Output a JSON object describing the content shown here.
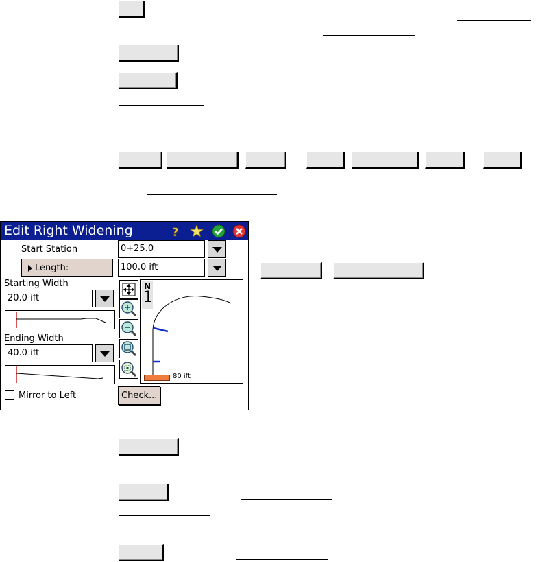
{
  "dialog": {
    "title": "Edit Right Widening",
    "toolbar_icons": [
      "help-icon",
      "favorite-star-icon",
      "ok-check-icon",
      "close-icon"
    ],
    "start_station": {
      "label": "Start Station",
      "value": "0+25.0"
    },
    "length": {
      "label": "Length:",
      "value": "100.0 ift"
    },
    "starting_width": {
      "label": "Starting Width",
      "value": "20.0 ift"
    },
    "ending_width": {
      "label": "Ending Width",
      "value": "40.0 ift"
    },
    "mirror": {
      "label": "Mirror to Left",
      "checked": false
    },
    "check_button": {
      "label": "Check..."
    },
    "map": {
      "north_label": "N",
      "north_number": "1",
      "scale_label": "80 ift"
    },
    "zoom_tools": [
      "zoom-extents-icon",
      "zoom-in-icon",
      "zoom-out-icon",
      "zoom-window-icon",
      "zoom-selection-icon"
    ]
  },
  "colors": {
    "title_bar": "#0b1f93",
    "placeholder_button": "#e6e6e6",
    "label_button": "#e0d4cc",
    "scale_bar": "#f07c3c",
    "alignment_marker": "#1030d0",
    "profile_marker": "#d02020"
  }
}
